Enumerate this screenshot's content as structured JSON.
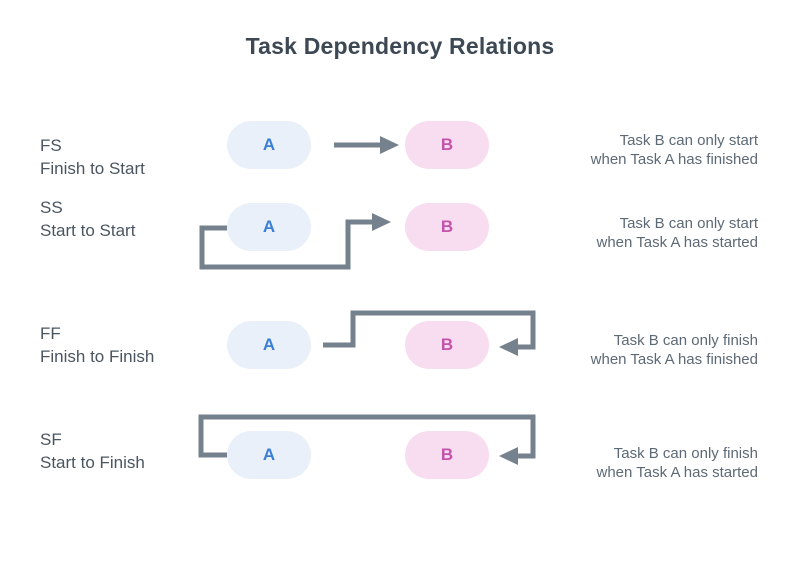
{
  "title": "Task Dependency Relations",
  "colors": {
    "title_text": "#3d4855",
    "label_text": "#4b5560",
    "desc_text": "#5d6975",
    "connector": "#75818d",
    "pill_a_bg": "#e9f0fa",
    "pill_a_text": "#3b7fd4",
    "pill_b_bg": "#f8dcf0",
    "pill_b_text": "#c453ab"
  },
  "rows": [
    {
      "code": "FS",
      "name": "Finish to Start",
      "task_a": "A",
      "task_b": "B",
      "arrow_icon": "straight-right-arrow",
      "desc_line1": "Task B can only start",
      "desc_line2": "when Task A has finished"
    },
    {
      "code": "SS",
      "name": "Start to Start",
      "task_a": "A",
      "task_b": "B",
      "arrow_icon": "under-loop-right-arrow",
      "desc_line1": "Task B can only start",
      "desc_line2": "when Task A has started"
    },
    {
      "code": "FF",
      "name": "Finish to Finish",
      "task_a": "A",
      "task_b": "B",
      "arrow_icon": "over-loop-left-arrow",
      "desc_line1": "Task B can only finish",
      "desc_line2": "when Task A has finished"
    },
    {
      "code": "SF",
      "name": "Start to Finish",
      "task_a": "A",
      "task_b": "B",
      "arrow_icon": "over-span-left-arrow",
      "desc_line1": "Task B can only finish",
      "desc_line2": "when Task A has started"
    }
  ]
}
